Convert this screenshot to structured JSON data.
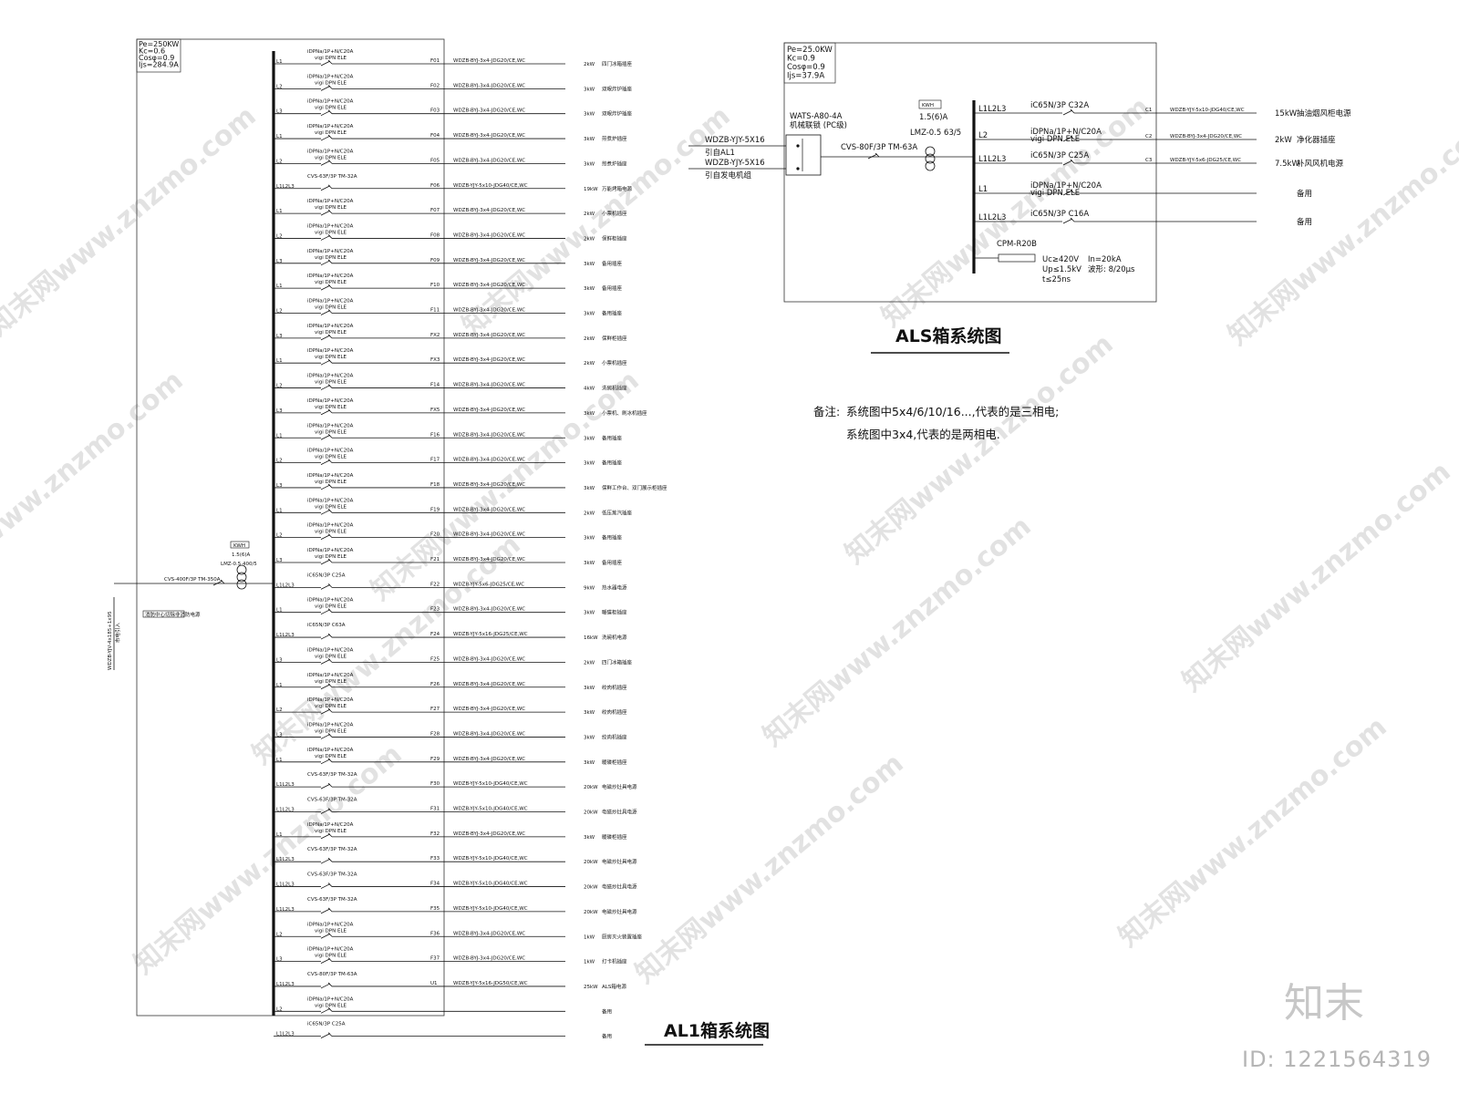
{
  "al1": {
    "params": [
      "Pe=250KW",
      "Kc=0.6",
      "Cosφ=0.9",
      "Ijs=284.9A"
    ],
    "incoming": {
      "cable": "WDZB-YJV-4x185+1x95",
      "from": "市电引入",
      "breaker": "CVS-400F/3P TM-350A",
      "fire_cut": "消防中心切除非消防电源",
      "meter": "KWH",
      "meter_class": "1.5(6)A",
      "ct": "LMZ-0.5 400/5"
    },
    "title": "AL1箱系统图",
    "circuits": [
      {
        "phase": "L1",
        "brk": [
          "iDPNa/1P+N/C20A",
          "vigi DPN ELE"
        ],
        "id": "F01",
        "cable": "WDZB-BYJ-3x4-JDG20/CE,WC",
        "power": "2kW",
        "use": "四门冰箱插座"
      },
      {
        "phase": "L2",
        "brk": [
          "iDPNa/1P+N/C20A",
          "vigi DPN ELE"
        ],
        "id": "F02",
        "cable": "WDZB-BYJ-3x4-JDG20/CE,WC",
        "power": "3kW",
        "use": "双眼炸炉插座"
      },
      {
        "phase": "L3",
        "brk": [
          "iDPNa/1P+N/C20A",
          "vigi DPN ELE"
        ],
        "id": "F03",
        "cable": "WDZB-BYJ-3x4-JDG20/CE,WC",
        "power": "3kW",
        "use": "双眼炸炉插座"
      },
      {
        "phase": "L1",
        "brk": [
          "iDPNa/1P+N/C20A",
          "vigi DPN ELE"
        ],
        "id": "F04",
        "cable": "WDZB-BYJ-3x4-JDG20/CE,WC",
        "power": "3kW",
        "use": "煎煮炉插座"
      },
      {
        "phase": "L2",
        "brk": [
          "iDPNa/1P+N/C20A",
          "vigi DPN ELE"
        ],
        "id": "F05",
        "cable": "WDZB-BYJ-3x4-JDG20/CE,WC",
        "power": "3kW",
        "use": "煎煮炉插座"
      },
      {
        "phase": "L1L2L3",
        "brk": [
          "CVS-63F/3P TM-32A",
          ""
        ],
        "id": "F06",
        "cable": "WDZB-YJY-5x10-JDG40/CE,WC",
        "power": "19kW",
        "use": "万能烤箱电源"
      },
      {
        "phase": "L1",
        "brk": [
          "iDPNa/1P+N/C20A",
          "vigi DPN ELE"
        ],
        "id": "F07",
        "cable": "WDZB-BYJ-3x4-JDG20/CE,WC",
        "power": "2kW",
        "use": "小票机插座"
      },
      {
        "phase": "L2",
        "brk": [
          "iDPNa/1P+N/C20A",
          "vigi DPN ELE"
        ],
        "id": "F08",
        "cable": "WDZB-BYJ-3x4-JDG20/CE,WC",
        "power": "2kW",
        "use": "保鲜柜插座"
      },
      {
        "phase": "L3",
        "brk": [
          "iDPNa/1P+N/C20A",
          "vigi DPN ELE"
        ],
        "id": "F09",
        "cable": "WDZB-BYJ-3x4-JDG20/CE,WC",
        "power": "3kW",
        "use": "备用插座"
      },
      {
        "phase": "L1",
        "brk": [
          "iDPNa/1P+N/C20A",
          "vigi DPN ELE"
        ],
        "id": "F10",
        "cable": "WDZB-BYJ-3x4-JDG20/CE,WC",
        "power": "3kW",
        "use": "备用插座"
      },
      {
        "phase": "L2",
        "brk": [
          "iDPNa/1P+N/C20A",
          "vigi DPN ELE"
        ],
        "id": "F11",
        "cable": "WDZB-BYJ-3x4-JDG20/CE,WC",
        "power": "3kW",
        "use": "备用插座"
      },
      {
        "phase": "L3",
        "brk": [
          "iDPNa/1P+N/C20A",
          "vigi DPN ELE"
        ],
        "id": "FX2",
        "cable": "WDZB-BYJ-3x4-JDG20/CE,WC",
        "power": "2kW",
        "use": "保鲜柜插座"
      },
      {
        "phase": "L1",
        "brk": [
          "iDPNa/1P+N/C20A",
          "vigi DPN ELE"
        ],
        "id": "FX3",
        "cable": "WDZB-BYJ-3x4-JDG20/CE,WC",
        "power": "2kW",
        "use": "小票机插座"
      },
      {
        "phase": "L2",
        "brk": [
          "iDPNa/1P+N/C20A",
          "vigi DPN ELE"
        ],
        "id": "F14",
        "cable": "WDZB-BYJ-3x4-JDG20/CE,WC",
        "power": "4kW",
        "use": "洗碗机插座"
      },
      {
        "phase": "L3",
        "brk": [
          "iDPNa/1P+N/C20A",
          "vigi DPN ELE"
        ],
        "id": "FX5",
        "cable": "WDZB-BYJ-3x4-JDG20/CE,WC",
        "power": "3kW",
        "use": "小票机、刷冰机插座"
      },
      {
        "phase": "L1",
        "brk": [
          "iDPNa/1P+N/C20A",
          "vigi DPN ELE"
        ],
        "id": "F16",
        "cable": "WDZB-BYJ-3x4-JDG20/CE,WC",
        "power": "3kW",
        "use": "备用插座"
      },
      {
        "phase": "L2",
        "brk": [
          "iDPNa/1P+N/C20A",
          "vigi DPN ELE"
        ],
        "id": "F17",
        "cable": "WDZB-BYJ-3x4-JDG20/CE,WC",
        "power": "3kW",
        "use": "备用插座"
      },
      {
        "phase": "L3",
        "brk": [
          "iDPNa/1P+N/C20A",
          "vigi DPN ELE"
        ],
        "id": "F18",
        "cable": "WDZB-BYJ-3x4-JDG20/CE,WC",
        "power": "3kW",
        "use": "保鲜工作台、双门展示柜插座"
      },
      {
        "phase": "L1",
        "brk": [
          "iDPNa/1P+N/C20A",
          "vigi DPN ELE"
        ],
        "id": "F19",
        "cable": "WDZB-BYJ-3x4-JDG20/CE,WC",
        "power": "2kW",
        "use": "低压蒸汽插座"
      },
      {
        "phase": "L2",
        "brk": [
          "iDPNa/1P+N/C20A",
          "vigi DPN ELE"
        ],
        "id": "F20",
        "cable": "WDZB-BYJ-3x4-JDG20/CE,WC",
        "power": "3kW",
        "use": "备用插座"
      },
      {
        "phase": "L3",
        "brk": [
          "iDPNa/1P+N/C20A",
          "vigi DPN ELE"
        ],
        "id": "F21",
        "cable": "WDZB-BYJ-3x4-JDG20/CE,WC",
        "power": "3kW",
        "use": "备用插座"
      },
      {
        "phase": "L1L2L3",
        "brk": [
          "iC65N/3P C25A",
          ""
        ],
        "id": "F22",
        "cable": "WDZB-YJY-5x6-JDG25/CE,WC",
        "power": "9kW",
        "use": "热水器电源"
      },
      {
        "phase": "L1",
        "brk": [
          "iDPNa/1P+N/C20A",
          "vigi DPN ELE"
        ],
        "id": "F23",
        "cable": "WDZB-BYJ-3x4-JDG20/CE,WC",
        "power": "3kW",
        "use": "暖碟柜插座"
      },
      {
        "phase": "L1L2L3",
        "brk": [
          "iC65N/3P C63A",
          ""
        ],
        "id": "F24",
        "cable": "WDZB-YJY-5x16-JDG25/CE,WC",
        "power": "16kW",
        "use": "洗碗机电源"
      },
      {
        "phase": "L3",
        "brk": [
          "iDPNa/1P+N/C20A",
          "vigi DPN ELE"
        ],
        "id": "F25",
        "cable": "WDZB-BYJ-3x4-JDG20/CE,WC",
        "power": "2kW",
        "use": "四门冰箱插座"
      },
      {
        "phase": "L1",
        "brk": [
          "iDPNa/1P+N/C20A",
          "vigi DPN ELE"
        ],
        "id": "F26",
        "cable": "WDZB-BYJ-3x4-JDG20/CE,WC",
        "power": "3kW",
        "use": "绞肉机插座"
      },
      {
        "phase": "L2",
        "brk": [
          "iDPNa/1P+N/C20A",
          "vigi DPN ELE"
        ],
        "id": "F27",
        "cable": "WDZB-BYJ-3x4-JDG20/CE,WC",
        "power": "3kW",
        "use": "绞肉机插座"
      },
      {
        "phase": "L3",
        "brk": [
          "iDPNa/1P+N/C20A",
          "vigi DPN ELE"
        ],
        "id": "F28",
        "cable": "WDZB-BYJ-3x4-JDG20/CE,WC",
        "power": "3kW",
        "use": "绞肉机插座"
      },
      {
        "phase": "L1",
        "brk": [
          "iDPNa/1P+N/C20A",
          "vigi DPN ELE"
        ],
        "id": "F29",
        "cable": "WDZB-BYJ-3x4-JDG20/CE,WC",
        "power": "3kW",
        "use": "暖碟柜插座"
      },
      {
        "phase": "L1L2L3",
        "brk": [
          "CVS-63F/3P TM-32A",
          ""
        ],
        "id": "F30",
        "cable": "WDZB-YJY-5x10-JDG40/CE,WC",
        "power": "20kW",
        "use": "电磁炒灶具电源"
      },
      {
        "phase": "L1L2L3",
        "brk": [
          "CVS-63F/3P TM-32A",
          ""
        ],
        "id": "F31",
        "cable": "WDZB-YJY-5x10-JDG40/CE,WC",
        "power": "20kW",
        "use": "电磁炒灶具电源"
      },
      {
        "phase": "L1",
        "brk": [
          "iDPNa/1P+N/C20A",
          "vigi DPN ELE"
        ],
        "id": "F32",
        "cable": "WDZB-BYJ-3x4-JDG20/CE,WC",
        "power": "3kW",
        "use": "暖碟柜插座"
      },
      {
        "phase": "L1L2L3",
        "brk": [
          "CVS-63F/3P TM-32A",
          ""
        ],
        "id": "F33",
        "cable": "WDZB-YJY-5x10-JDG40/CE,WC",
        "power": "20kW",
        "use": "电磁炒灶具电源"
      },
      {
        "phase": "L1L2L3",
        "brk": [
          "CVS-63F/3P TM-32A",
          ""
        ],
        "id": "F34",
        "cable": "WDZB-YJY-5x10-JDG40/CE,WC",
        "power": "20kW",
        "use": "电磁炒灶具电源"
      },
      {
        "phase": "L1L2L3",
        "brk": [
          "CVS-63F/3P TM-32A",
          ""
        ],
        "id": "F35",
        "cable": "WDZB-YJY-5x10-JDG40/CE,WC",
        "power": "20kW",
        "use": "电磁炒灶具电源"
      },
      {
        "phase": "L2",
        "brk": [
          "iDPNa/1P+N/C20A",
          "vigi DPN ELE"
        ],
        "id": "F36",
        "cable": "WDZB-BYJ-3x4-JDG20/CE,WC",
        "power": "1kW",
        "use": "厨房灭火装置插座"
      },
      {
        "phase": "L3",
        "brk": [
          "iDPNa/1P+N/C20A",
          "vigi DPN ELE"
        ],
        "id": "F37",
        "cable": "WDZB-BYJ-3x4-JDG20/CE,WC",
        "power": "1kW",
        "use": "打卡机插座"
      },
      {
        "phase": "L1L2L3",
        "brk": [
          "CVS-80F/3P TM-63A",
          ""
        ],
        "id": "U1",
        "cable": "WDZB-YJY-5x16-JDG50/CE,WC",
        "power": "25kW",
        "use": "ALS箱电源"
      },
      {
        "phase": "L2",
        "brk": [
          "iDPNa/1P+N/C20A",
          "vigi DPN ELE"
        ],
        "id": "",
        "cable": "",
        "power": "",
        "use": "备用"
      },
      {
        "phase": "L1L2L3",
        "brk": [
          "iC65N/3P C25A",
          ""
        ],
        "id": "",
        "cable": "",
        "power": "",
        "use": "备用"
      }
    ]
  },
  "als": {
    "params": [
      "Pe=25.0KW",
      "Kc=0.9",
      "Cosφ=0.9",
      "Ijs=37.9A"
    ],
    "incoming": [
      {
        "cable": "WDZB-YJY-5X16",
        "from": "引自AL1"
      },
      {
        "cable": "WDZB-YJY-5X16",
        "from": "引自发电机组"
      }
    ],
    "ats": [
      "WATS-A80-4A",
      "机械联锁 (PC级)"
    ],
    "main_breaker": "CVS-80F/3P TM-63A",
    "meter": "KWH",
    "meter_class": "1.5(6)A",
    "ct": "LMZ-0.5 63/5",
    "spd": {
      "model": "CPM-R20B",
      "values": [
        "Uc≥420V",
        "Up≤1.5kV",
        "t≤25ns"
      ],
      "values2": [
        "In=20kA",
        "波形: 8/20μs"
      ]
    },
    "title": "ALS箱系统图",
    "circuits": [
      {
        "phase": "L1L2L3",
        "brk": [
          "iC65N/3P C32A",
          ""
        ],
        "id": "C1",
        "cable": "WDZB-YJY-5x10-JDG40/CE,WC",
        "power": "15kW",
        "use": "抽油烟风柜电源"
      },
      {
        "phase": "L2",
        "brk": [
          "iDPNa/1P+N/C20A",
          "vigi DPN ELE"
        ],
        "id": "C2",
        "cable": "WDZB-BYJ-3x4-JDG20/CE,WC",
        "power": "2kW",
        "use": "净化器插座"
      },
      {
        "phase": "L1L2L3",
        "brk": [
          "iC65N/3P C25A",
          ""
        ],
        "id": "C3",
        "cable": "WDZB-YJY-5x6-JDG25/CE,WC",
        "power": "7.5kW",
        "use": "补风风机电源"
      },
      {
        "phase": "L1",
        "brk": [
          "iDPNa/1P+N/C20A",
          "vigi DPN ELE"
        ],
        "id": "",
        "cable": "",
        "power": "",
        "use": "备用"
      },
      {
        "phase": "L1L2L3",
        "brk": [
          "iC65N/3P C16A",
          ""
        ],
        "id": "",
        "cable": "",
        "power": "",
        "use": "备用"
      }
    ]
  },
  "note": {
    "label": "备注:",
    "lines": [
      "系统图中5x4/6/10/16...,代表的是三相电;",
      "系统图中3x4,代表的是两相电."
    ]
  },
  "watermark": {
    "text": "知末网www.znzmo.com",
    "logo": "知末",
    "id": "ID: 1221564319"
  }
}
